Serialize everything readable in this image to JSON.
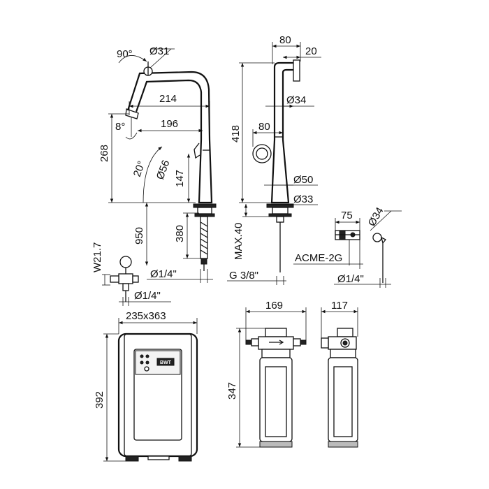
{
  "faucet_side": {
    "angle_top": "90°",
    "dia_head": "Ø31",
    "reach": "214",
    "spout_reach": "196",
    "tilt": "8°",
    "height_spout": "268",
    "angle_handle": "20°",
    "dia_base": "Ø56",
    "height_lever": "147",
    "counter_depth": "950",
    "hose_length": "380",
    "hose_thread": "Ø1/4\""
  },
  "faucet_front": {
    "width_top": "80",
    "offset_top": "20",
    "dia_neck": "Ø34",
    "total_height": "418",
    "lever_offset": "80",
    "dia_body": "Ø50",
    "dia_shank": "Ø33",
    "max_counter": "MAX.40",
    "thread": "G 3/8\""
  },
  "valve": {
    "thread_label": "W21.7",
    "outlet": "Ø1/4\""
  },
  "adapter": {
    "length": "75",
    "diameter": "Ø34",
    "thread": "ACME-2G",
    "outlet": "Ø1/4\""
  },
  "boiler": {
    "footprint": "235x363",
    "height": "392",
    "brand": "BWT"
  },
  "filter_front": {
    "width": "169",
    "height": "347"
  },
  "filter_side": {
    "width": "117"
  }
}
